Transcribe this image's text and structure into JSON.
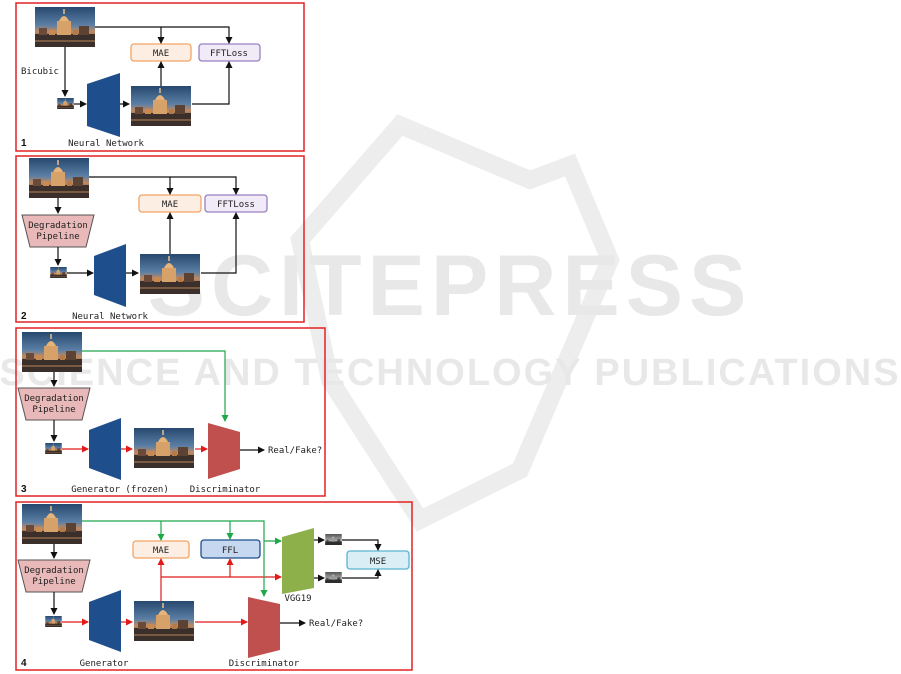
{
  "watermark": {
    "brand": "SCITEPRESS",
    "tagline": "SCIENCE AND TECHNOLOGY PUBLICATIONS"
  },
  "colors": {
    "panel_border": "#e32222",
    "network_blue": "#1f4e8c",
    "discriminator_red": "#c0504d",
    "vgg_green": "#8db04a",
    "degradation_fill": "#e9b8b8",
    "mae_stroke": "#f2a566",
    "fft_stroke": "#9a7fc2",
    "ffl_fill": "#c5d8f0",
    "mse_fill": "#d9eef5",
    "arrow_black": "#111111",
    "arrow_red": "#e21a1a",
    "arrow_green": "#1fa84a"
  },
  "panels": [
    {
      "number": "1",
      "bicubic_label": "Bicubic",
      "mae_label": "MAE",
      "fft_label": "FFTLoss",
      "network_label": "Neural Network"
    },
    {
      "number": "2",
      "degradation_label_line1": "Degradation",
      "degradation_label_line2": "Pipeline",
      "mae_label": "MAE",
      "fft_label": "FFTLoss",
      "network_label": "Neural Network"
    },
    {
      "number": "3",
      "degradation_label_line1": "Degradation",
      "degradation_label_line2": "Pipeline",
      "generator_label": "Generator (frozen)",
      "discriminator_label": "Discriminator",
      "output_label": "Real/Fake?"
    },
    {
      "number": "4",
      "degradation_label_line1": "Degradation",
      "degradation_label_line2": "Pipeline",
      "mae_label": "MAE",
      "ffl_label": "FFL",
      "vgg_label": "VGG19",
      "mse_label": "MSE",
      "generator_label": "Generator",
      "discriminator_label": "Discriminator",
      "output_label": "Real/Fake?"
    }
  ]
}
